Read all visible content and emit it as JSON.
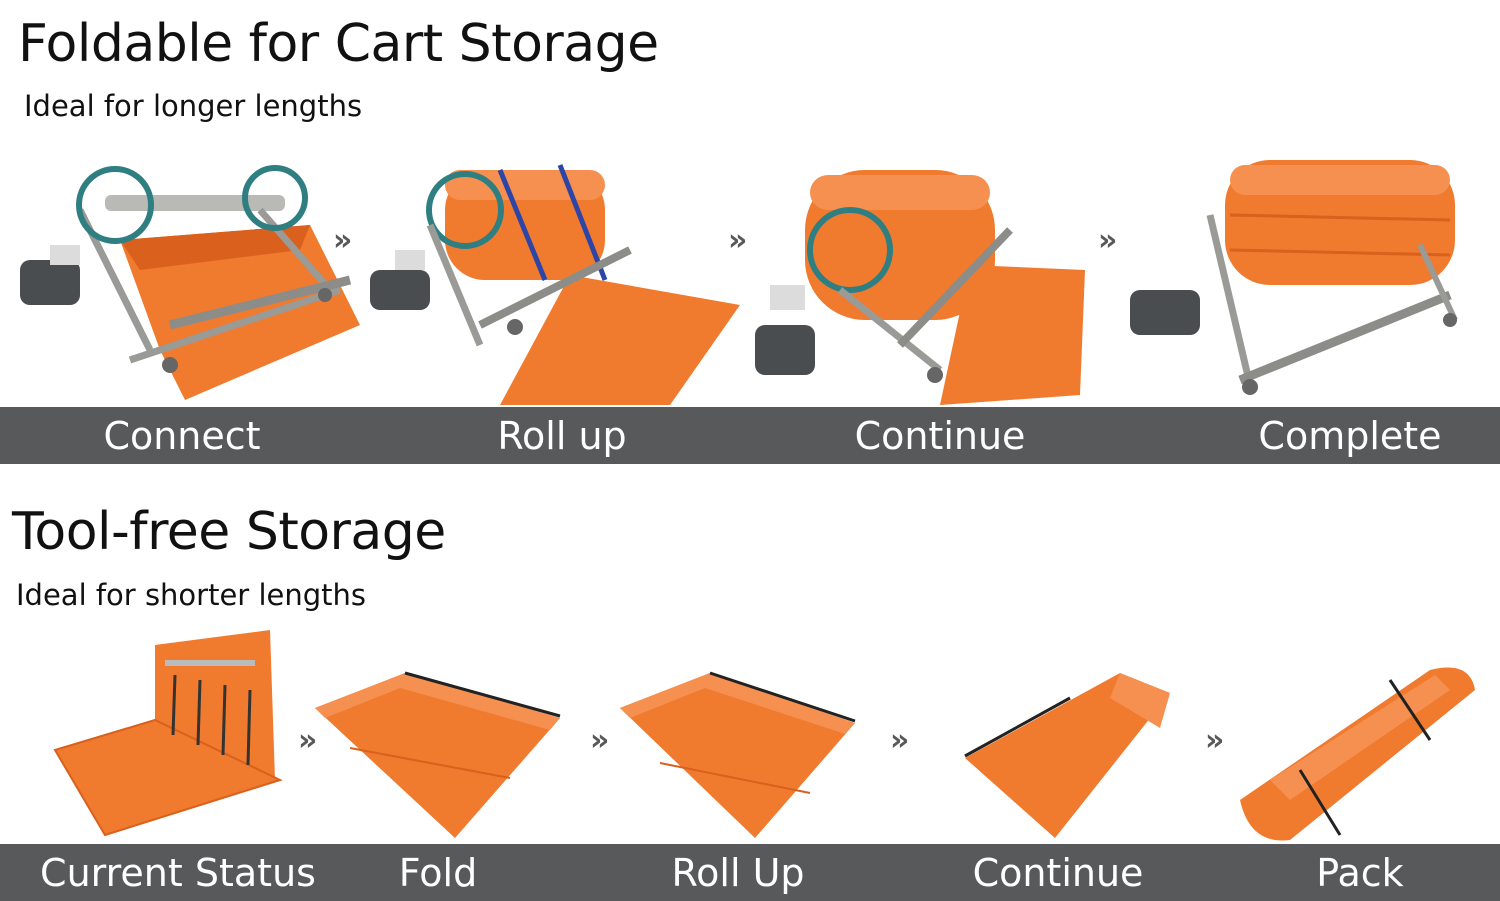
{
  "section1": {
    "title": "Foldable for Cart Storage",
    "subtitle": "Ideal for longer lengths",
    "steps": [
      "Connect",
      "Roll up",
      "Continue",
      "Complete"
    ]
  },
  "section2": {
    "title": "Tool-free Storage",
    "subtitle": "Ideal for shorter lengths",
    "steps": [
      "Current Status",
      "Fold",
      "Roll Up",
      "Continue",
      "Pack"
    ]
  },
  "arrow_glyph": "»",
  "colors": {
    "band": "#58595b",
    "barrier_orange": "#f07a2e",
    "frame_steel": "#9a9a96",
    "wheel_teal": "#2f7f82",
    "motor_gray": "#4a4d50"
  }
}
